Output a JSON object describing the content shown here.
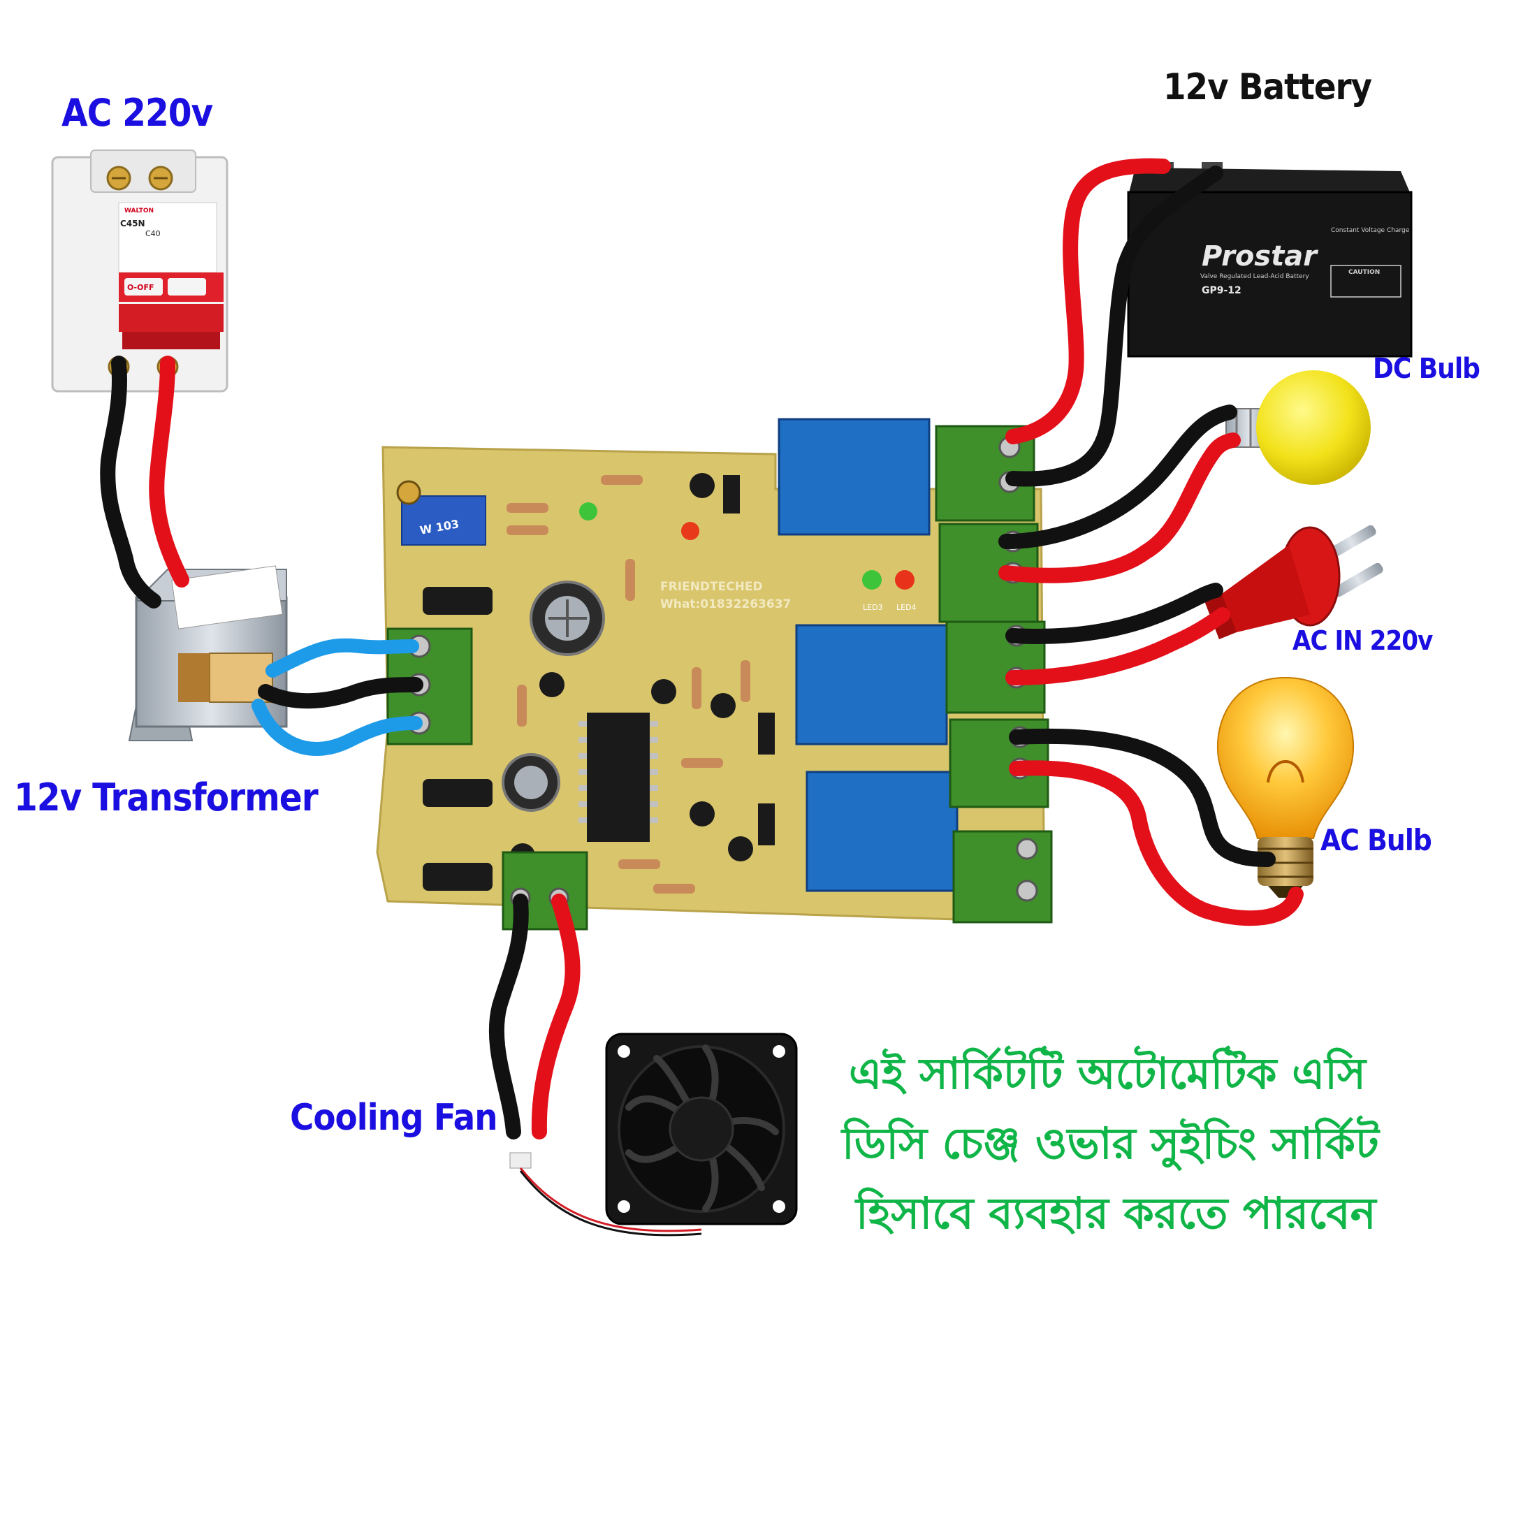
{
  "labels": {
    "ac_source": "AC 220v",
    "battery": "12v Battery",
    "dc_bulb": "DC Bulb",
    "ac_in": "AC IN 220v",
    "ac_bulb": "AC Bulb",
    "transformer": "12v Transformer",
    "fan": "Cooling Fan"
  },
  "breaker": {
    "model": "C45N",
    "rating": "C40",
    "brand": "WALTON",
    "off_label": "O-OFF"
  },
  "battery_markings": {
    "brand": "Prostar",
    "type": "Valve Regulated Lead-Acid Battery",
    "model": "GP9-12",
    "spec": "Constant Voltage Charge",
    "caution": "CAUTION"
  },
  "pcb_markings": {
    "brand": "FRIENDTECHED",
    "phone": "What:01832263637",
    "pot": "W 103",
    "led3": "LED3",
    "led4": "LED4"
  },
  "description_lines": [
    "এই সার্কিটটি অটোমেটিক এসি",
    "ডিসি চেঞ্জ ওভার সুইচিং সার্কিট",
    "হিসাবে ব্যবহার করতে পারবেন"
  ],
  "colors": {
    "label_blue": "#1a0fe0",
    "text_green": "#10b548",
    "wire_red": "#e3101a",
    "wire_black": "#111111",
    "wire_blue": "#1e9be8",
    "pcb": "#d9c56c",
    "terminal_green": "#3f8f2a",
    "relay_blue": "#1f6fc4"
  },
  "icons": [
    "circuit-breaker-icon",
    "transformer-icon",
    "pcb-board-icon",
    "relay-icon",
    "battery-icon",
    "dc-bulb-icon",
    "ac-plug-icon",
    "ac-bulb-icon",
    "cooling-fan-icon"
  ]
}
